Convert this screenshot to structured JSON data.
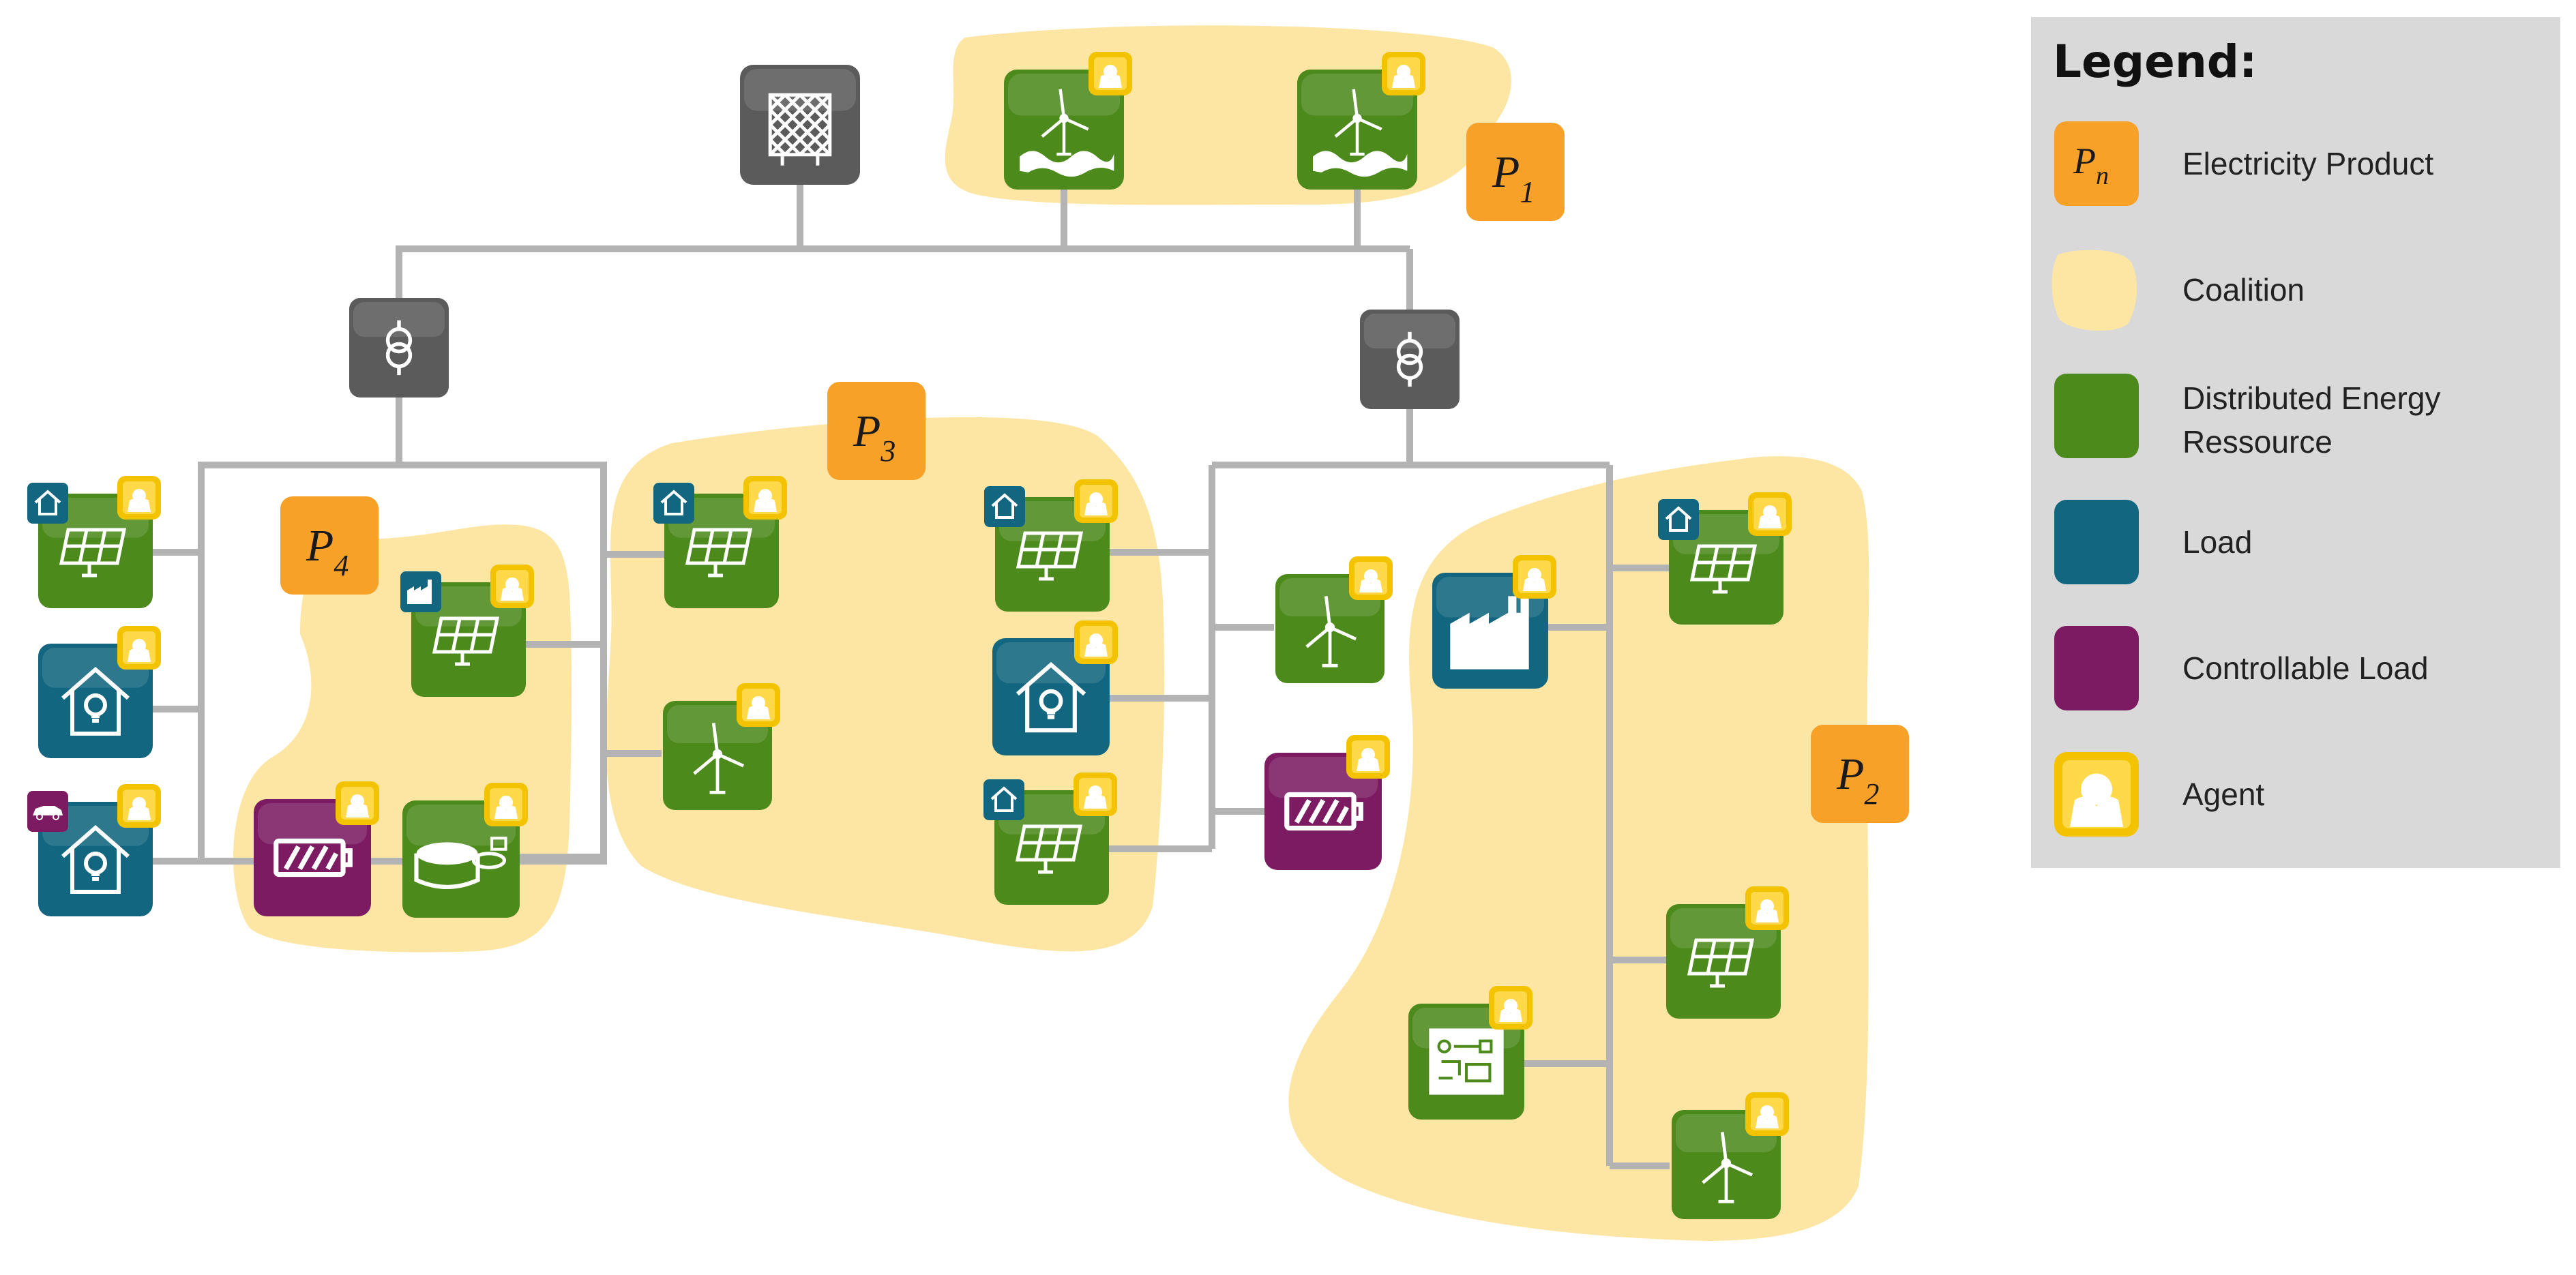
{
  "colors": {
    "product": "#f7a129",
    "coalition": "#fde6a4",
    "der": "#4d8a1c",
    "load": "#12667f",
    "controllable_load": "#7c1b62",
    "agent": "#f4c300",
    "grid": "#5b5b5b",
    "line": "#b3b3b3",
    "legend_bg": "#d9d9d9"
  },
  "products": [
    {
      "id": "P1",
      "base": "P",
      "sub": "1"
    },
    {
      "id": "P2",
      "base": "P",
      "sub": "2"
    },
    {
      "id": "P3",
      "base": "P",
      "sub": "3"
    },
    {
      "id": "P4",
      "base": "P",
      "sub": "4"
    }
  ],
  "legend": {
    "title": "Legend:",
    "items": [
      {
        "key": "product",
        "label": "Electricity Product",
        "symbol_base": "P",
        "symbol_sub": "n"
      },
      {
        "key": "coalition",
        "label": "Coalition"
      },
      {
        "key": "der",
        "label": [
          "Distributed Energy",
          "Ressource"
        ]
      },
      {
        "key": "load",
        "label": "Load"
      },
      {
        "key": "controllable_load",
        "label": "Controllable Load"
      },
      {
        "key": "agent",
        "label": "Agent"
      }
    ]
  },
  "nodes": [
    {
      "id": "grid-connection",
      "kind": "grid",
      "icon": "grid-icon"
    },
    {
      "id": "offshore-wind-1",
      "kind": "der",
      "icon": "offshore-wind-icon",
      "agent": true
    },
    {
      "id": "offshore-wind-2",
      "kind": "der",
      "icon": "offshore-wind-icon",
      "agent": true
    },
    {
      "id": "transformer-left",
      "kind": "grid",
      "icon": "transformer-icon"
    },
    {
      "id": "transformer-right",
      "kind": "grid",
      "icon": "transformer-icon"
    },
    {
      "id": "pv-household-1",
      "kind": "der",
      "icon": "solar-panel-icon",
      "agent": true,
      "badge": "house-badge-icon"
    },
    {
      "id": "household-load-1",
      "kind": "load",
      "icon": "house-bulb-icon",
      "agent": true
    },
    {
      "id": "household-load-ev",
      "kind": "load",
      "icon": "house-bulb-icon",
      "agent": true,
      "badge": "car-badge-icon"
    },
    {
      "id": "pv-industrial",
      "kind": "der",
      "icon": "solar-panel-icon",
      "agent": true,
      "badge": "factory-badge-icon"
    },
    {
      "id": "battery-1",
      "kind": "controllable_load",
      "icon": "battery-icon",
      "agent": true
    },
    {
      "id": "biogas-plant",
      "kind": "der",
      "icon": "biogas-icon",
      "agent": true
    },
    {
      "id": "pv-household-2",
      "kind": "der",
      "icon": "solar-panel-icon",
      "agent": true,
      "badge": "house-badge-icon"
    },
    {
      "id": "wind-turbine-1",
      "kind": "der",
      "icon": "wind-turbine-icon",
      "agent": true
    },
    {
      "id": "pv-household-3",
      "kind": "der",
      "icon": "solar-panel-icon",
      "agent": true,
      "badge": "house-badge-icon"
    },
    {
      "id": "household-load-2",
      "kind": "load",
      "icon": "house-bulb-icon",
      "agent": true
    },
    {
      "id": "pv-household-4",
      "kind": "der",
      "icon": "solar-panel-icon",
      "agent": true,
      "badge": "house-badge-icon"
    },
    {
      "id": "wind-turbine-2",
      "kind": "der",
      "icon": "wind-turbine-icon",
      "agent": true
    },
    {
      "id": "battery-2",
      "kind": "controllable_load",
      "icon": "battery-icon",
      "agent": true
    },
    {
      "id": "factory-load",
      "kind": "load",
      "icon": "factory-icon",
      "agent": true
    },
    {
      "id": "pv-household-5",
      "kind": "der",
      "icon": "solar-panel-icon",
      "agent": true,
      "badge": "house-badge-icon"
    },
    {
      "id": "pv-park",
      "kind": "der",
      "icon": "solar-panel-icon",
      "agent": true
    },
    {
      "id": "chp-unit",
      "kind": "der",
      "icon": "chp-icon",
      "agent": true
    },
    {
      "id": "wind-turbine-3",
      "kind": "der",
      "icon": "wind-turbine-icon",
      "agent": true
    }
  ]
}
